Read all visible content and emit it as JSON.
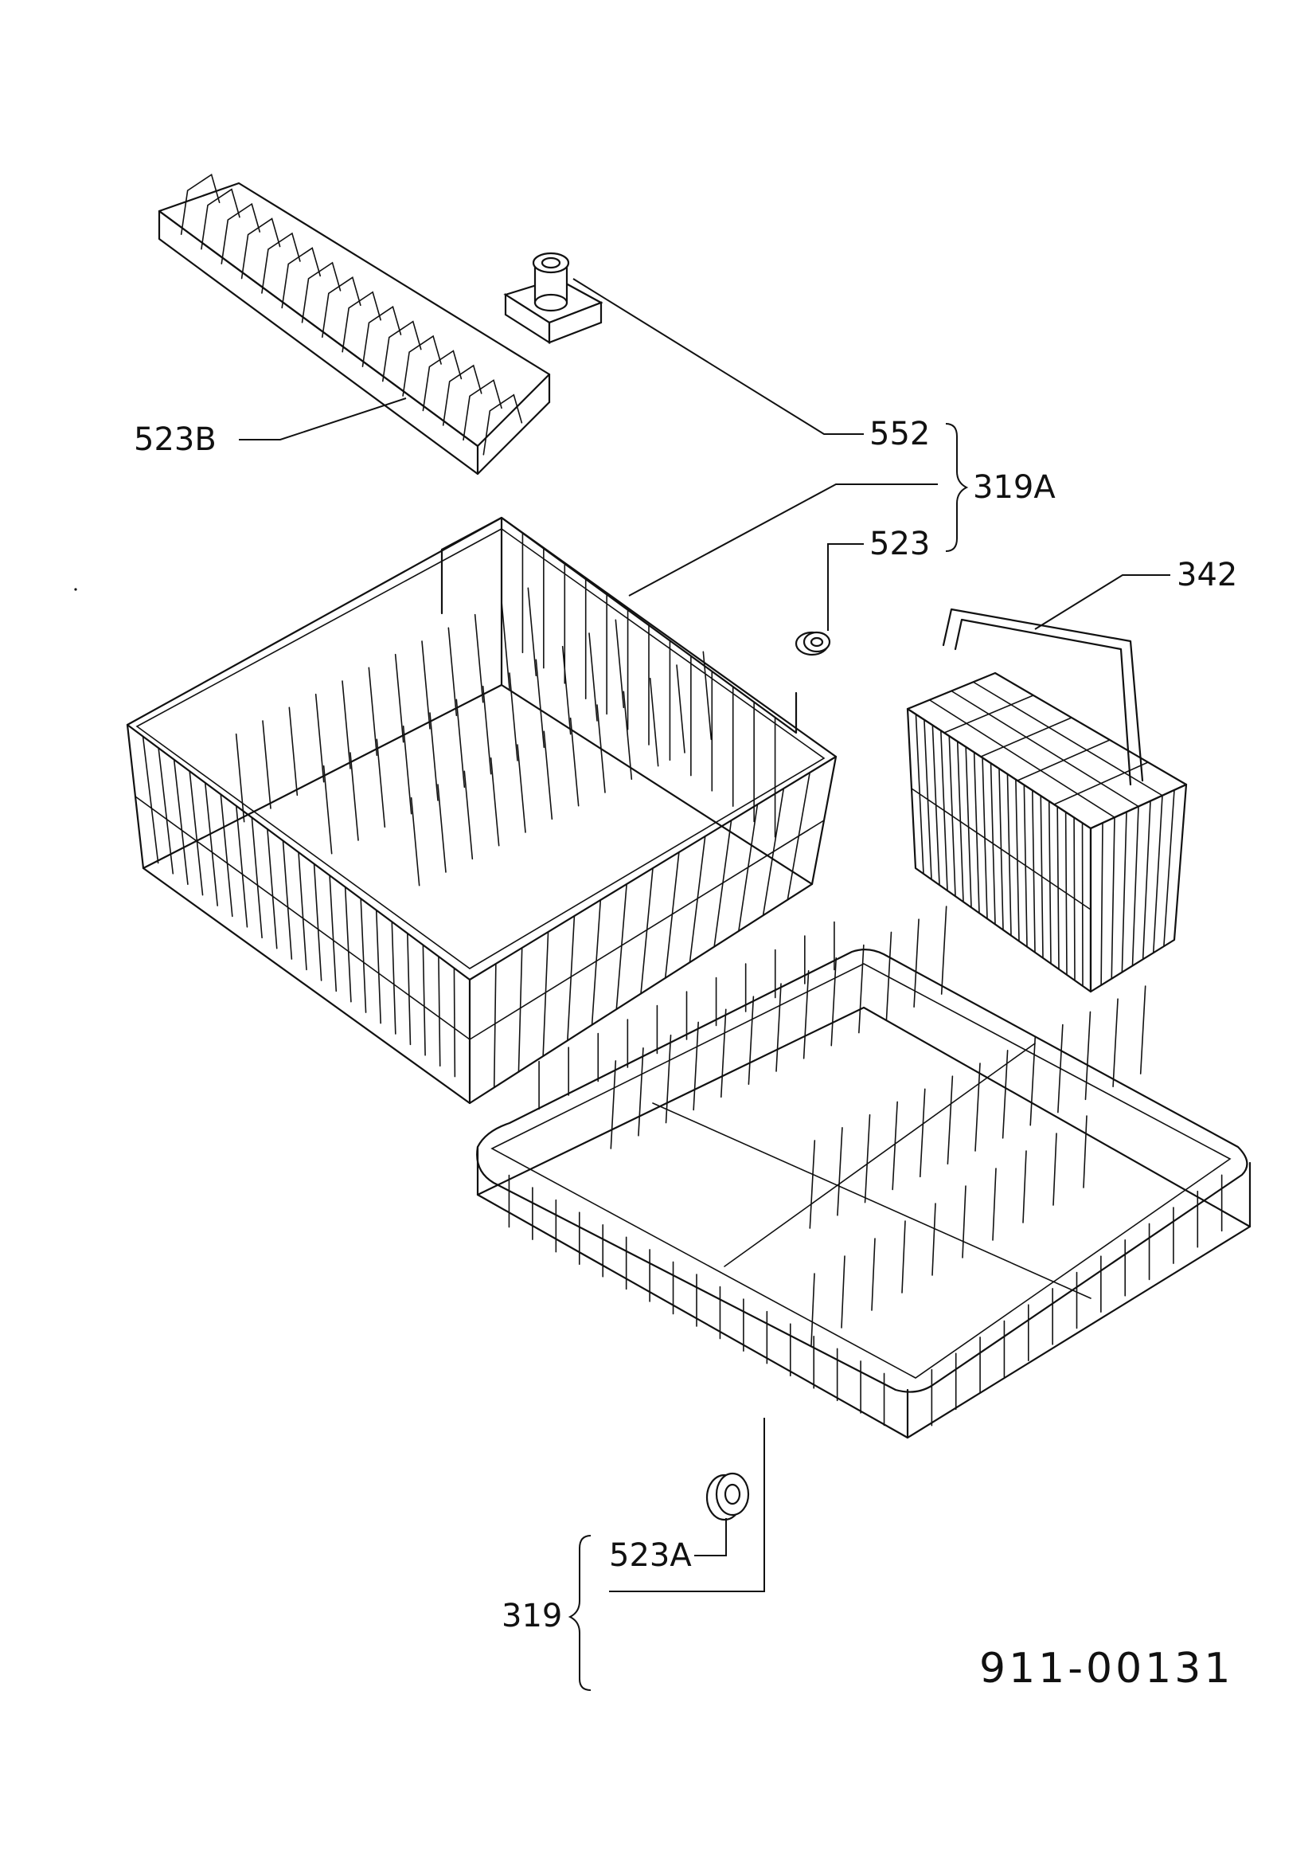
{
  "labels": {
    "part_523b": "523B",
    "part_552": "552",
    "part_319a": "319A",
    "part_523": "523",
    "part_342": "342",
    "part_523a": "523A",
    "part_319": "319"
  },
  "document_number": "911-00131"
}
